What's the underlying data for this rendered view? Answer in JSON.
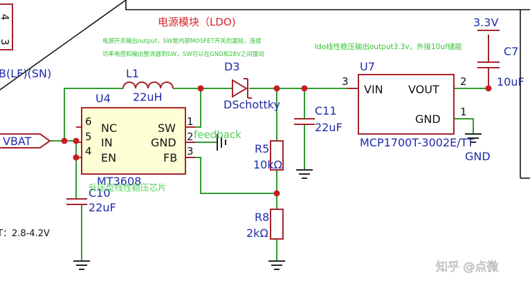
{
  "title": "电源模块（LDO)",
  "notes": {
    "sw_line1": "电源开关输出output，SW是内部MOSFET开关的漏极，连接",
    "sw_line2": "功率电感和输出整流器到SW，SW可以在GND和28V之间摆动",
    "ldo": "ldo线性稳压输出output3.3v，外接10uf储能",
    "feedback": "feedback",
    "boost_chip": "升压型线性稳压芯片",
    "voltage_range": "T：2.8-4.2V"
  },
  "nets": {
    "vbat": "VBAT",
    "v33": "3.3V",
    "gnd": "GND",
    "left_label": "B(LF)(SN)",
    "left_pin_4": "4",
    "left_pin_3": "3"
  },
  "components": {
    "L1": {
      "ref": "L1",
      "value": "22uH"
    },
    "D3": {
      "ref": "D3",
      "value": "DSchottky"
    },
    "C11": {
      "ref": "C11",
      "value": "22uF"
    },
    "C10": {
      "ref": "C10",
      "value": "22uF"
    },
    "C7": {
      "ref": "C7",
      "value": "10uF"
    },
    "R5": {
      "ref": "R5",
      "value": "10kΩ"
    },
    "R8": {
      "ref": "R8",
      "value": "2kΩ"
    },
    "U4": {
      "ref": "U4",
      "part": "MT3608",
      "left_pins": [
        {
          "num": "6",
          "name": "NC"
        },
        {
          "num": "5",
          "name": "IN"
        },
        {
          "num": "4",
          "name": "EN"
        }
      ],
      "right_pins": [
        {
          "num": "1",
          "name": "SW"
        },
        {
          "num": "2",
          "name": "GND"
        },
        {
          "num": "3",
          "name": "FB"
        }
      ]
    },
    "U7": {
      "ref": "U7",
      "part": "MCP1700T-3002E/TT",
      "vin_pin": "3",
      "vin_name": "VIN",
      "vout_pin": "2",
      "vout_name": "VOUT",
      "gnd_pin": "1",
      "gnd_name": "GND"
    }
  },
  "watermark": "知乎 @点微"
}
